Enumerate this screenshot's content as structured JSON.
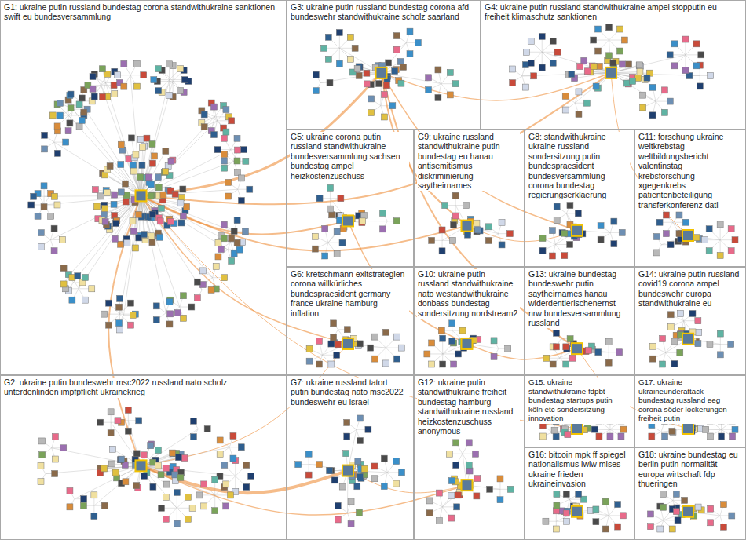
{
  "diagram": {
    "nodes": [
      {
        "text": [
          "G1: ukraine putin russland bundestag corona standwithukraine sanktionen swift eu bundesversammlung"
        ]
      },
      {
        "text": [
          "G3: ukraine putin russland bundestag corona afd bundeswehr standwithukraine scholz saarland"
        ]
      },
      {
        "text": [
          "G4: ukraine putin russland standwithukraine ampel stopputin eu freiheit klimaschutz sanktionen"
        ]
      },
      {
        "text": [
          "G5: ukraine corona putin russland standwithukraine bundesversammlung sachsen bundestag ampel heizkostenzuschuss"
        ]
      },
      {
        "text": [
          "G9: ukraine russland standwithukraine putin bundestag eu hanau antisemitismus diskriminierung saytheirnames"
        ]
      },
      {
        "text": [
          "G8: standwithukraine ukraine russland sondersitzung putin bundespraesident bundesversammlung corona bundestag regierungserklaerung"
        ]
      },
      {
        "text": [
          "G11: forschung ukraine weltkrebstag weltbildungsbericht valentinstag krebsforschung xgegenkrebs patientenbeteiligung transferkonferenz dati"
        ]
      },
      {
        "text": [
          "G6: kretschmann exitstrategien corona willkürliches bundespraesident germany france ukraine hamburg inflation"
        ]
      },
      {
        "text": [
          "G10: ukraine putin russland standwithukraine nato westandwithukraine donbass bundestag sondersitzung nordstream2"
        ]
      },
      {
        "text": [
          "G13: ukraine bundestag bundeswehr putin saytheirnames hanau widerdentierischenernst nrw bundesversammlung russland"
        ]
      },
      {
        "text": [
          "G14: ukraine putin russland covid19 corona ampel bundeswehr europa standwithukraine eu"
        ]
      },
      {
        "text": [
          "G2: ukraine putin bundeswehr msc2022 russland nato scholz unterdenlinden impfpflicht ukrainekrieg"
        ]
      },
      {
        "text": [
          "G7: ukraine russland tatort putin bundestag nato msc2022 bundeswehr eu israel"
        ]
      },
      {
        "text": [
          "G12: ukraine putin standwithukraine freiheit bundestag hamburg standwithukraine russland heizkostenzuschuss anonymous"
        ]
      },
      {
        "text": [
          "G15: ukraine standwithukraine fdpbt bundestag startups putin köln etc sondersitzung innovation"
        ]
      },
      {
        "text": [
          "G17: ukraine ukraineunderattack bundestag russland eeg corona söder lockerungen freiheit putin"
        ]
      },
      {
        "text": [
          "G16: bitcoin mpk ff spiegel nationalismus lwiw mises ukraine frieden ukraineinvasion"
        ]
      },
      {
        "text": [
          "G18: ukraine bundestag eu berlin putin normalität europa wirtschaft fdp thueringen"
        ]
      }
    ]
  }
}
